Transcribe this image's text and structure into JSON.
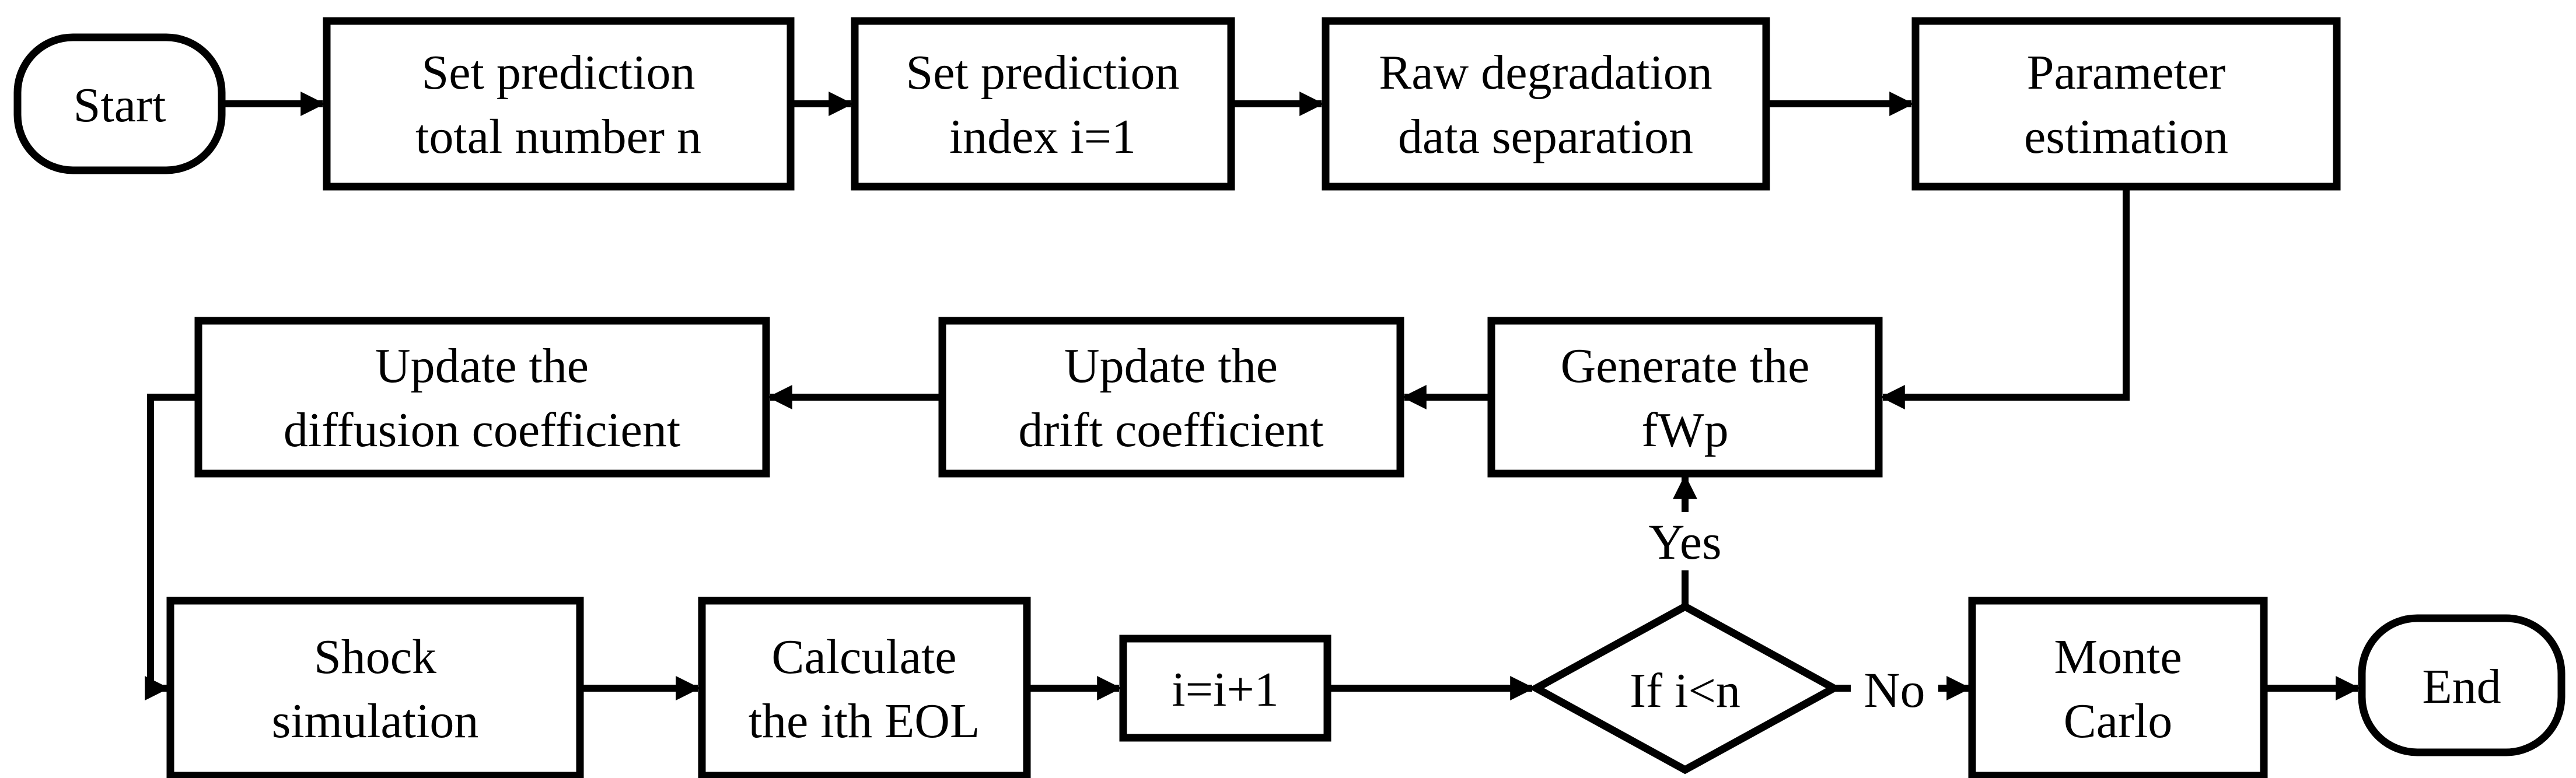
{
  "diagram": {
    "type": "flowchart",
    "colors": {
      "stroke": "#000000",
      "fill": "#ffffff",
      "background": "#ffffff"
    },
    "nodes": {
      "start": {
        "shape": "terminator",
        "line1": "Start"
      },
      "set_total": {
        "shape": "process",
        "line1": "Set prediction",
        "line2": "total number n"
      },
      "set_index": {
        "shape": "process",
        "line1": "Set prediction",
        "line2": "index i=1"
      },
      "raw_separation": {
        "shape": "process",
        "line1": "Raw degradation",
        "line2": "data separation"
      },
      "parameter_estimation": {
        "shape": "process",
        "line1": "Parameter",
        "line2": "estimation"
      },
      "generate_fwp": {
        "shape": "process",
        "line1": "Generate the",
        "line2": "fWp"
      },
      "update_drift": {
        "shape": "process",
        "line1": "Update the",
        "line2": "drift coefficient"
      },
      "update_diffusion": {
        "shape": "process",
        "line1": "Update the",
        "line2": "diffusion coefficient"
      },
      "shock_simulation": {
        "shape": "process",
        "line1": "Shock",
        "line2": "simulation"
      },
      "calculate_eol": {
        "shape": "process",
        "line1": "Calculate",
        "line2": "the ith EOL"
      },
      "increment": {
        "shape": "process",
        "line1": "i=i+1"
      },
      "decision": {
        "shape": "decision",
        "line1": "If i<n"
      },
      "monte_carlo": {
        "shape": "process",
        "line1": "Monte",
        "line2": "Carlo"
      },
      "end": {
        "shape": "terminator",
        "line1": "End"
      }
    },
    "branch_labels": {
      "yes": "Yes",
      "no": "No"
    }
  }
}
